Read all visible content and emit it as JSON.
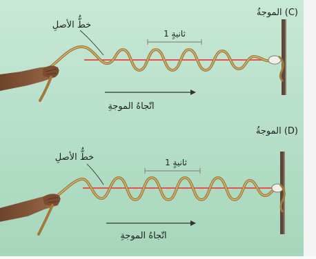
{
  "colors": {
    "background_top": "#bfe3cf",
    "background_bottom": "#a9d8be",
    "rope": "#b08a45",
    "rope_highlight": "#d7b56d",
    "reference_line": "#e5514e",
    "post": "#5b4a3a",
    "hand": "#8a5a3c",
    "text": "#1f1f1f"
  },
  "panel_c": {
    "title": "الموجةُ (C)",
    "reference_label": "خطُّ الأصلِ",
    "time_label": "1 ثانيةٍ",
    "direction_label": "اتّجاهُ الموجةِ"
  },
  "panel_d": {
    "title": "الموجةُ (D)",
    "reference_label": "خطُّ الأصلِ",
    "time_label": "1 ثانيةٍ",
    "direction_label": "اتّجاهُ الموجةِ"
  }
}
